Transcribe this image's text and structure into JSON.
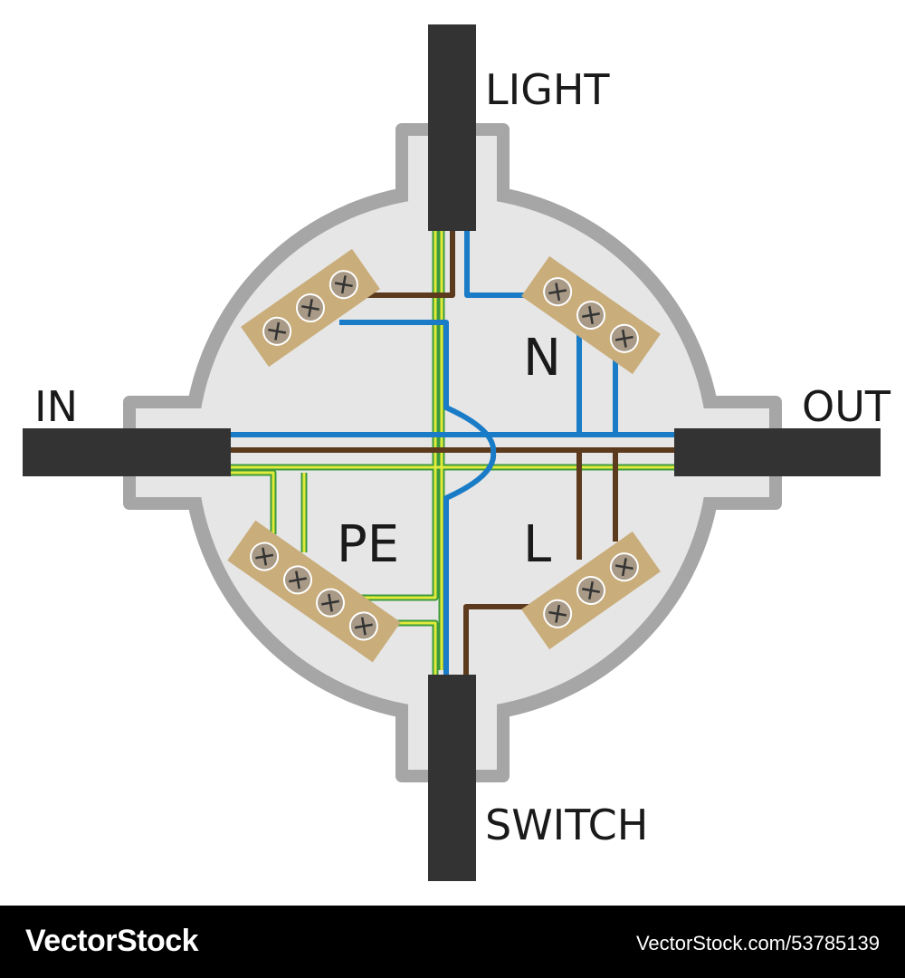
{
  "labels": {
    "light": "LIGHT",
    "in": "IN",
    "out": "OUT",
    "switch": "SWITCH"
  },
  "zones": {
    "neutral": "N",
    "earth": "PE",
    "live": "L"
  },
  "footer": {
    "brand": "VectorStock",
    "reference": "VectorStock.com/53785139"
  },
  "colors": {
    "box_fill": "#e6e6e6",
    "box_border": "#a6a6a6",
    "cable_sheath": "#333333",
    "neutral_wire": "#1a7cc7",
    "live_wire": "#5c3a1e",
    "earth_wire_yellow": "#e2ea3a",
    "earth_wire_green": "#3c9a3c",
    "terminal_block": "#c9ad7a",
    "terminal_screw": "#a89a86"
  }
}
